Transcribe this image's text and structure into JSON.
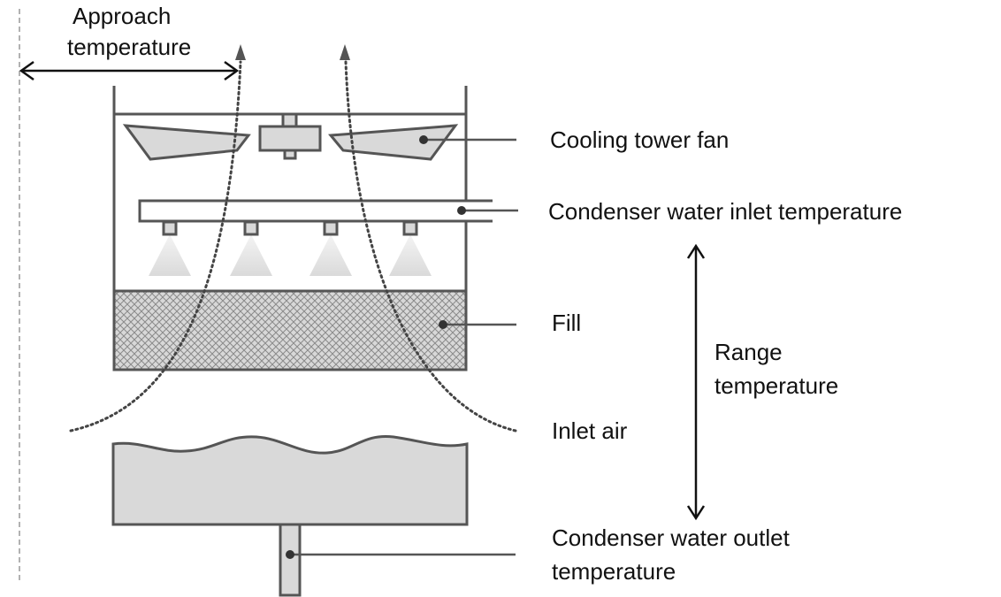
{
  "diagram": {
    "labels": {
      "approach_line1": "Approach",
      "approach_line2": "temperature",
      "fan": "Cooling tower fan",
      "inlet_temp": "Condenser water inlet temperature",
      "fill": "Fill",
      "range_line1": "Range",
      "range_line2": "temperature",
      "inlet_air": "Inlet air",
      "outlet_line1": "Condenser water outlet",
      "outlet_line2": "temperature"
    },
    "colors": {
      "outline": "#555555",
      "fill_gray": "#d9d9d9",
      "dark": "#111111",
      "spray": "#e6e6e6"
    }
  }
}
